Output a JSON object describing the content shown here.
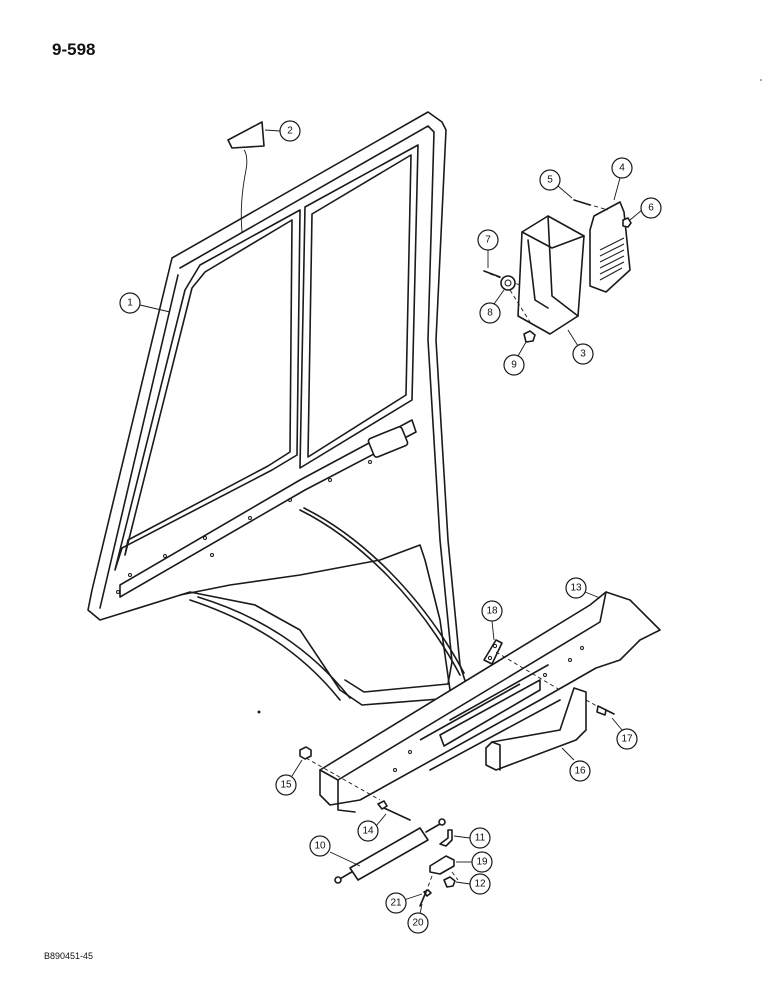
{
  "page": {
    "number": "9-598",
    "figure_code": "B890451-45"
  },
  "callouts": {
    "c1": "1",
    "c2": "2",
    "c3": "3",
    "c4": "4",
    "c5": "5",
    "c6": "6",
    "c7": "7",
    "c8": "8",
    "c9": "9",
    "c10": "10",
    "c11": "11",
    "c12": "12",
    "c13": "13",
    "c14": "14",
    "c15": "15",
    "c16": "16",
    "c17": "17",
    "c18": "18",
    "c19": "19",
    "c20": "20",
    "c21": "21"
  }
}
